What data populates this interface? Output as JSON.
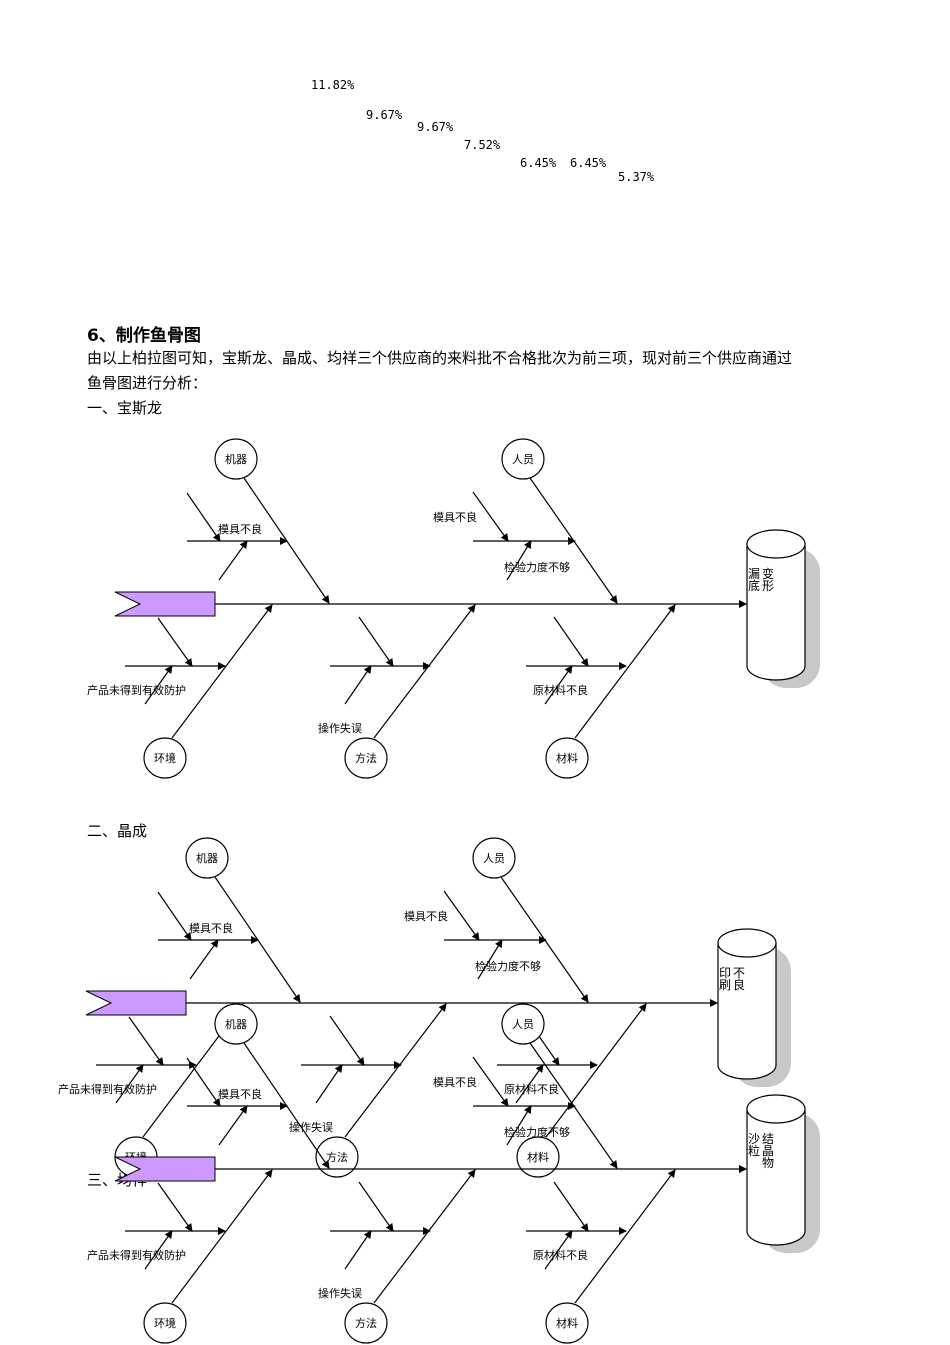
{
  "pareto_labels": [
    "11.82%",
    "9.67%",
    "9.67%",
    "7.52%",
    "6.45%",
    "6.45%",
    "5.37%"
  ],
  "section_heading": "6、制作鱼骨图",
  "intro_line1": "由以上柏拉图可知，宝斯龙、晶成、均祥三个供应商的来料批不合格批次为前三项，现对前三个供应商通过",
  "intro_line2": "鱼骨图进行分析：",
  "sub1": "一、宝斯龙",
  "sub2": "二、晶成",
  "sub3": "三、均祥",
  "diagrams": [
    {
      "categories": {
        "top_left": "机器",
        "top_right": "人员",
        "bottom_left": "环境",
        "bottom_mid": "方法",
        "bottom_right": "材料"
      },
      "causes": {
        "machine": "模具不良",
        "people_a": "模具不良",
        "people_b": "检验力度不够",
        "env": "产品未得到有效防护",
        "method": "操作失误",
        "material": "原材料不良"
      },
      "effect": "变形漏底"
    },
    {
      "categories": {
        "top_left": "机器",
        "top_right": "人员",
        "bottom_left": "环境",
        "bottom_mid": "方法",
        "bottom_right": "材料"
      },
      "causes": {
        "machine": "模具不良",
        "people_a": "模具不良",
        "people_b": "检验力度不够",
        "env": "产品未得到有效防护",
        "method": "操作失误",
        "material": "原材料不良"
      },
      "effect": "不良印刷"
    },
    {
      "categories": {
        "top_left": "机器",
        "top_right": "人员",
        "bottom_left": "环境",
        "bottom_mid": "方法",
        "bottom_right": "材料"
      },
      "causes": {
        "machine": "模具不良",
        "people_a": "模具不良",
        "people_b": "检验力度不够",
        "env": "产品未得到有效防护",
        "method": "操作失误",
        "material": "原材料不良"
      },
      "effect": "结晶物沙粒"
    }
  ]
}
